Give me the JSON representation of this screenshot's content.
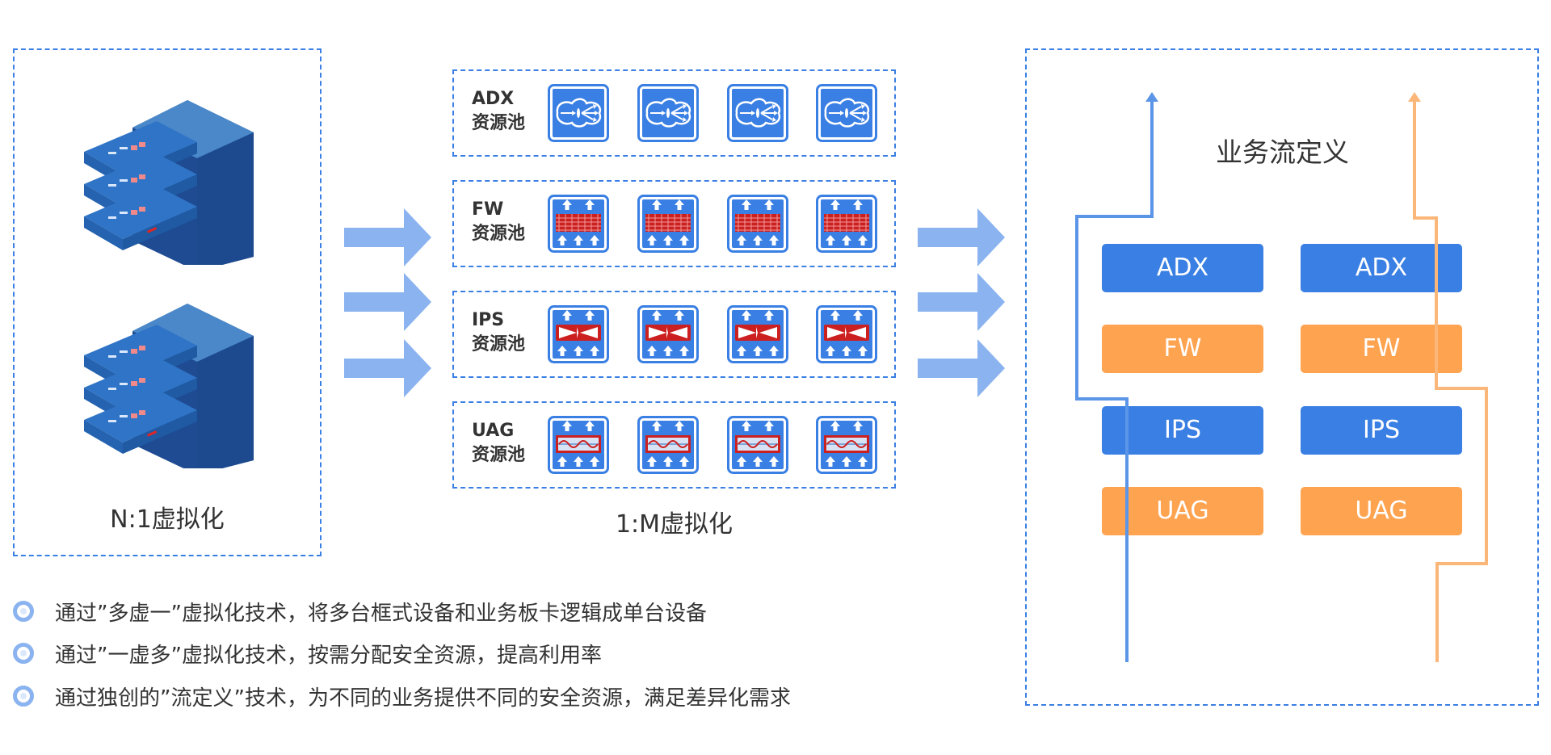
{
  "left_panel": {
    "caption": "N:1虚拟化",
    "devices": [
      {
        "name": "chassis-device-1"
      },
      {
        "name": "chassis-device-2"
      }
    ]
  },
  "middle_panel": {
    "caption": "1:M虚拟化",
    "pools": [
      {
        "name": "ADX",
        "label": "资源池",
        "icon": "load-balancer-icon",
        "count": 4
      },
      {
        "name": "FW",
        "label": "资源池",
        "icon": "firewall-icon",
        "count": 4
      },
      {
        "name": "IPS",
        "label": "资源池",
        "icon": "ips-icon",
        "count": 4
      },
      {
        "name": "UAG",
        "label": "资源池",
        "icon": "uag-icon",
        "count": 4
      }
    ]
  },
  "right_panel": {
    "title": "业务流定义",
    "columns": [
      {
        "items": [
          "ADX",
          "FW",
          "IPS",
          "UAG"
        ],
        "flow_color": "#5b95e8"
      },
      {
        "items": [
          "ADX",
          "FW",
          "IPS",
          "UAG"
        ],
        "flow_color": "#fbb77a"
      }
    ]
  },
  "bullets": [
    "通过”多虚一”虚拟化技术，将多台框式设备和业务板卡逻辑成单台设备",
    "通过”一虚多”虚拟化技术，按需分配安全资源，提高利用率",
    "通过独创的”流定义”技术，为不同的业务提供不同的安全资源，满足差异化需求"
  ],
  "colors": {
    "accent_blue": "#3a7fe3",
    "service_orange": "#fea350",
    "arrow_blue": "#8ab3f0",
    "alert_red": "#cc1f1f"
  }
}
